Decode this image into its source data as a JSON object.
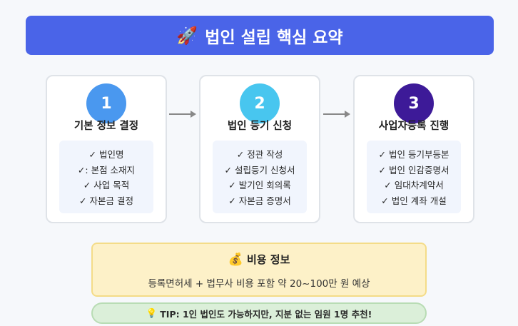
{
  "header": {
    "icon": "rocket-icon",
    "icon_glyph": "🚀",
    "title": "법인 설립 핵심 요약",
    "color": "#4a64e8"
  },
  "steps": [
    {
      "number": "1",
      "title": "기본 정보 결정",
      "color": "#4a98ef",
      "items": [
        "✓ 법인명",
        "✓: 본점 소재지",
        "✓ 사업 목적",
        "✓ 자본금 결정"
      ]
    },
    {
      "number": "2",
      "title": "법인 등기 신청",
      "color": "#48c6ef",
      "items": [
        "✓ 정관 작성",
        "✓ 설립등기 신청서",
        "✓ 발기인 회의록",
        "✓ 자본금 증명서"
      ]
    },
    {
      "number": "3",
      "title": "사업자등록 진행",
      "color": "#3d1a98",
      "items": [
        "✓ 법인 등기부등본",
        "✓ 법인 인감증명서",
        "✓ 임대차계약서",
        "✓ 법인 계좌 개설"
      ]
    }
  ],
  "cost": {
    "icon": "money-bag-icon",
    "icon_glyph": "💰",
    "title": "비용 정보",
    "description": "등록면허세 + 법무사 비용 포함 약 20~100만 원 예상"
  },
  "tip": {
    "icon": "lightbulb-icon",
    "icon_glyph": "💡",
    "text": "TIP: 1인 법인도 가능하지만, 지분 없는 임원 1명 추천!"
  }
}
